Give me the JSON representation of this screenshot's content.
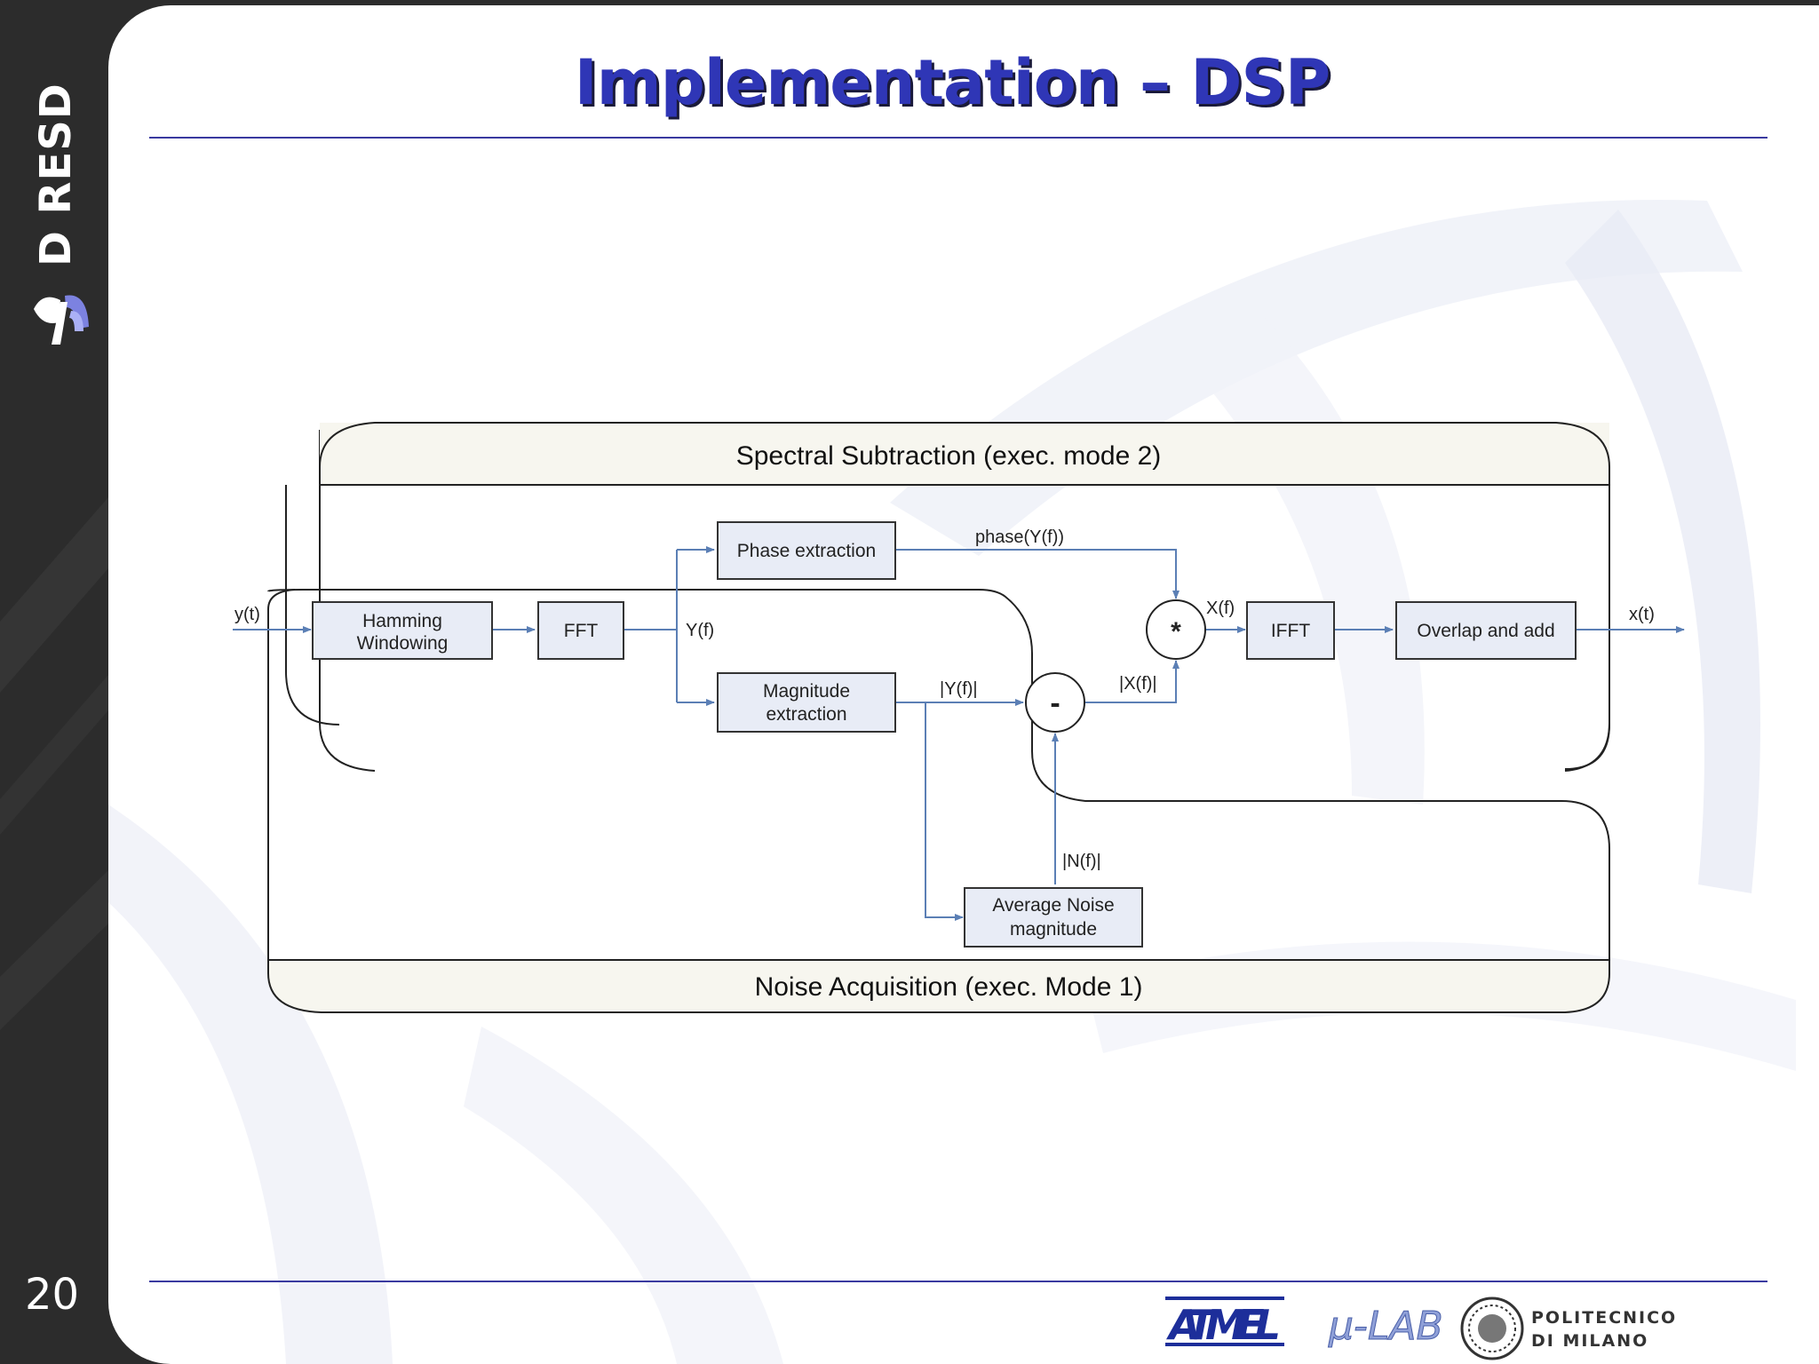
{
  "slide": {
    "title": "Implementation – DSP",
    "page_number": "20",
    "brand": "D RESD"
  },
  "diagram": {
    "panels": {
      "spectral_subtraction": "Spectral Subtraction (exec. mode 2)",
      "noise_acquisition": "Noise Acquisition (exec. Mode 1)"
    },
    "blocks": {
      "hamming_line1": "Hamming",
      "hamming_line2": "Windowing",
      "fft": "FFT",
      "phase_extraction": "Phase extraction",
      "magnitude_line1": "Magnitude",
      "magnitude_line2": "extraction",
      "average_noise_line1": "Average Noise",
      "average_noise_line2": "magnitude",
      "ifft": "IFFT",
      "overlap_add": "Overlap and add"
    },
    "operators": {
      "multiply": "*",
      "subtract": "-"
    },
    "signals": {
      "input": "y(t)",
      "spectrum": "Y(f)",
      "phase": "phase(Y(f))",
      "magnitude": "|Y(f)|",
      "noise": "|N(f)|",
      "clean_magnitude": "|X(f)|",
      "clean_spectrum": "X(f)",
      "output": "x(t)"
    }
  },
  "logos": {
    "atmel": "ATMEL",
    "mulab": "μ-LAB",
    "polimi_line1": "POLITECNICO",
    "polimi_line2": "DI MILANO"
  },
  "colors": {
    "title": "#2f36b6",
    "sidebar": "#2c2c2c",
    "block_fill": "#e8ecf6",
    "arrow": "#5b7fb5",
    "panel_header": "#f7f6ef",
    "rule": "#3a3aa0"
  }
}
